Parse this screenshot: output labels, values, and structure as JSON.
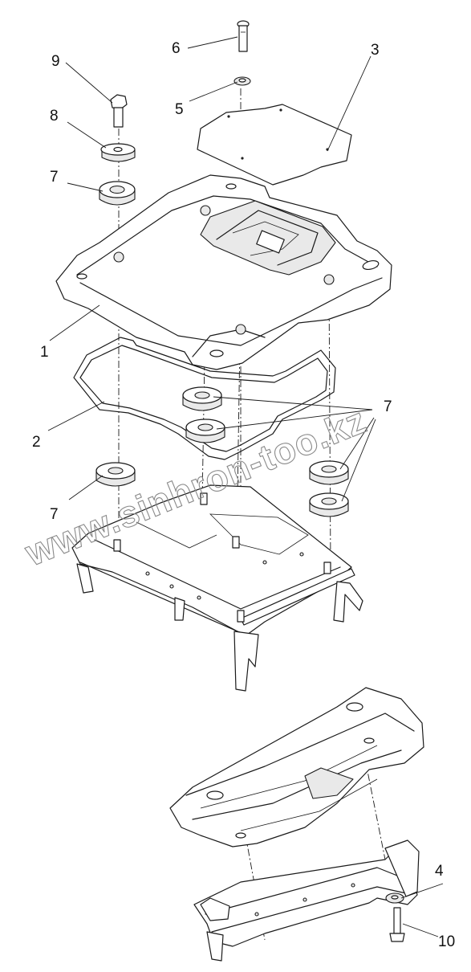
{
  "watermark": "www.sinhron-too.kz",
  "callouts": {
    "c1": "1",
    "c2": "2",
    "c3": "3",
    "c4": "4",
    "c5": "5",
    "c6": "6",
    "c7a": "7",
    "c7b": "7",
    "c7c": "7",
    "c8": "8",
    "c9": "9",
    "c10": "10"
  }
}
